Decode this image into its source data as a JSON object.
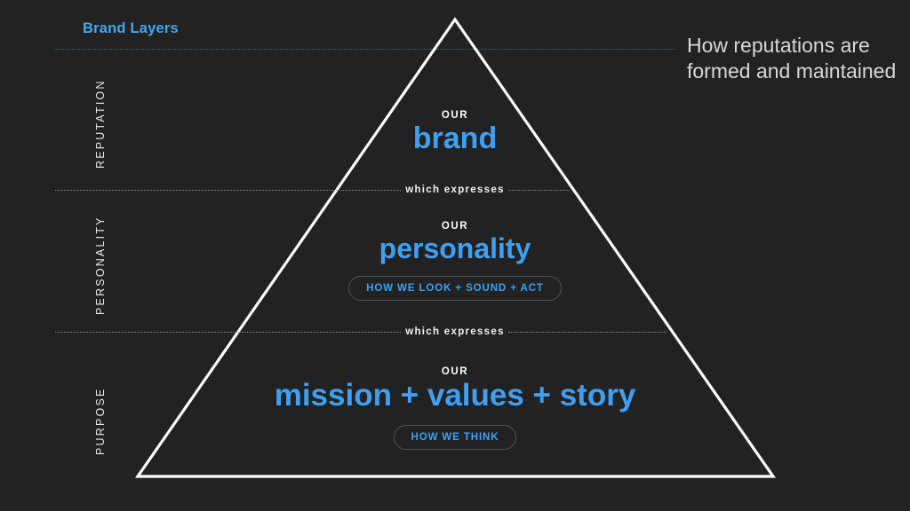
{
  "slide": {
    "title": "Brand Layers",
    "caption": "How reputations are formed and maintained",
    "background_color": "#222222",
    "accent_color": "#3fa0f2",
    "text_color": "#ffffff",
    "rule_color_top": "#2f6f80",
    "rule_color_mid": "#8d8d8d",
    "diagram_stroke_color": "#ffffff"
  },
  "layers": [
    {
      "label": "REPUTATION"
    },
    {
      "label": "PERSONALITY"
    },
    {
      "label": "PURPOSE"
    }
  ],
  "tiers": [
    {
      "eyebrow": "OUR",
      "headline": "brand",
      "pill": null
    },
    {
      "eyebrow": "OUR",
      "headline": "personality",
      "pill": "HOW WE LOOK + SOUND + ACT"
    },
    {
      "eyebrow": "OUR",
      "headline": "mission + values + story",
      "pill": "HOW WE THINK"
    }
  ],
  "connectors": [
    {
      "text": "which expresses"
    },
    {
      "text": "which expresses"
    }
  ]
}
